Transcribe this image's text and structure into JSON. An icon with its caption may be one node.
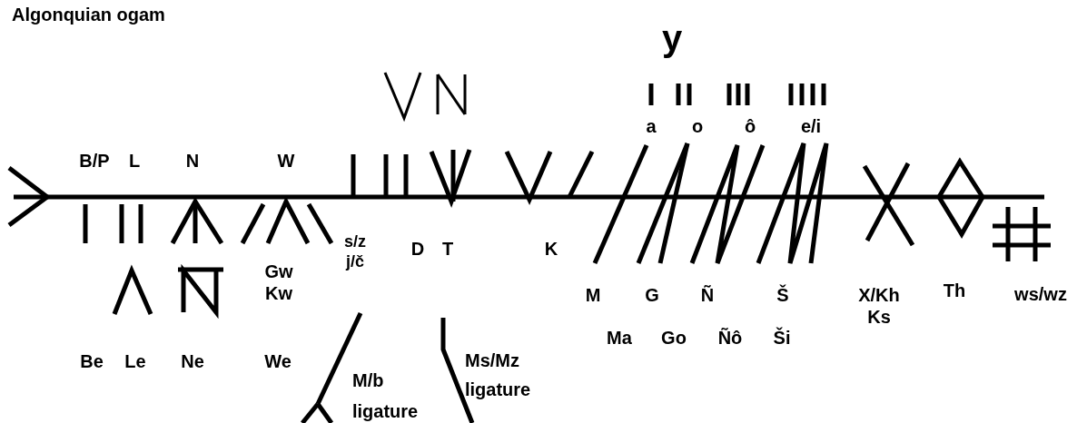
{
  "diagram": {
    "title": "Algonquian ogam",
    "labels": [
      "y",
      "a",
      "o",
      "ô",
      "e/i",
      "B/P",
      "L",
      "N",
      "W",
      "s/z j/č",
      "D",
      "T",
      "K",
      "Gw Kw",
      "M",
      "G",
      "Ñ",
      "Š",
      "X/Kh Ks",
      "Th",
      "ws/wz",
      "Ma",
      "Go",
      "Ñô",
      "Ši",
      "Be",
      "Le",
      "Ne",
      "We",
      "Ms/Mz ligature",
      "M/b ligature"
    ]
  }
}
